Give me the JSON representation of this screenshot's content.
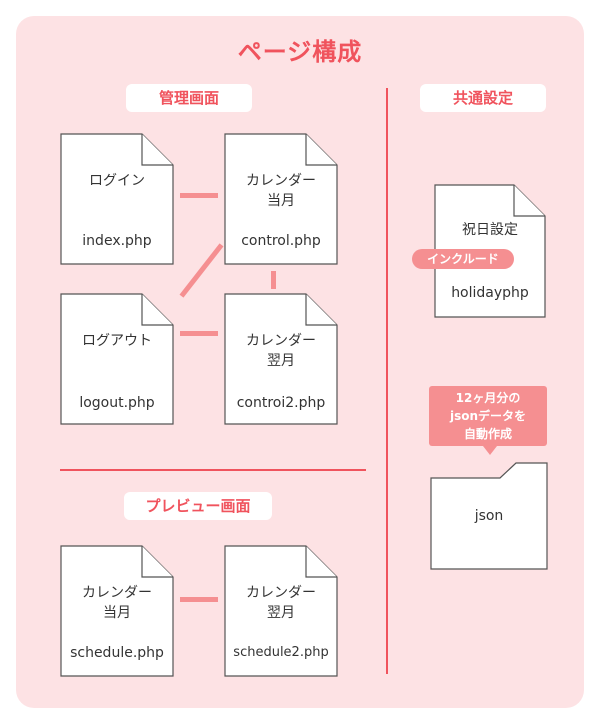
{
  "title": "ページ構成",
  "sections": {
    "admin": "管理画面",
    "common": "共通設定",
    "preview": "プレビュー画面"
  },
  "admin_files": {
    "login": {
      "label": "ログイン",
      "file": "index.php"
    },
    "calendar_current": {
      "label_line1": "カレンダー",
      "label_line2": "当月",
      "file": "control.php"
    },
    "logout": {
      "label": "ログアウト",
      "file": "logout.php"
    },
    "calendar_next": {
      "label_line1": "カレンダー",
      "label_line2": "翌月",
      "file": "controi2.php"
    }
  },
  "common_files": {
    "holiday": {
      "label": "祝日設定",
      "file": "holidayphp",
      "include_tag": "インクルード"
    },
    "json_note": {
      "line1": "12ヶ月分の",
      "line2": "jsonデータを",
      "line3": "自動作成"
    },
    "json_folder": {
      "label": "json"
    }
  },
  "preview_files": {
    "schedule_current": {
      "label_line1": "カレンダー",
      "label_line2": "当月",
      "file": "schedule.php"
    },
    "schedule_next": {
      "label_line1": "カレンダー",
      "label_line2": "翌月",
      "file": "schedule2.php"
    }
  },
  "colors": {
    "accent": "#f0535d",
    "connector": "#f58f91",
    "panel_bg": "#fde2e4",
    "doc_border": "#555555"
  }
}
